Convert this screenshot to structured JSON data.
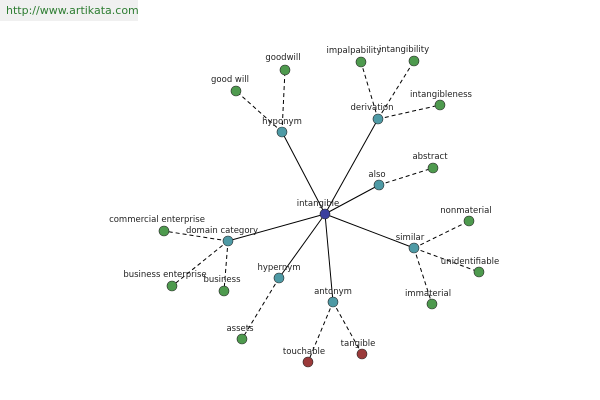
{
  "site_url": "http://www.artikata.com",
  "center": "intangible",
  "colors": {
    "center": "#3b3f9e",
    "relation": "#4e9aa5",
    "synonym": "#4e9a4e",
    "antonym": "#9b3a3a",
    "edge": "#000000"
  },
  "relations": [
    {
      "id": "hyponym",
      "label": "hyponym"
    },
    {
      "id": "derivation",
      "label": "derivation"
    },
    {
      "id": "also",
      "label": "also"
    },
    {
      "id": "similar",
      "label": "similar"
    },
    {
      "id": "antonym",
      "label": "antonym"
    },
    {
      "id": "hypernym",
      "label": "hypernym"
    },
    {
      "id": "domain-category",
      "label": "domain category"
    }
  ],
  "leaves": [
    {
      "relation": "hyponym",
      "label": "good will",
      "kind": "synonym"
    },
    {
      "relation": "hyponym",
      "label": "goodwill",
      "kind": "synonym"
    },
    {
      "relation": "derivation",
      "label": "impalpability",
      "kind": "synonym"
    },
    {
      "relation": "derivation",
      "label": "intangibility",
      "kind": "synonym"
    },
    {
      "relation": "derivation",
      "label": "intangibleness",
      "kind": "synonym"
    },
    {
      "relation": "also",
      "label": "abstract",
      "kind": "synonym"
    },
    {
      "relation": "similar",
      "label": "nonmaterial",
      "kind": "synonym"
    },
    {
      "relation": "similar",
      "label": "unidentifiable",
      "kind": "synonym"
    },
    {
      "relation": "similar",
      "label": "immaterial",
      "kind": "synonym"
    },
    {
      "relation": "antonym",
      "label": "touchable",
      "kind": "antonym"
    },
    {
      "relation": "antonym",
      "label": "tangible",
      "kind": "antonym"
    },
    {
      "relation": "hypernym",
      "label": "assets",
      "kind": "synonym"
    },
    {
      "relation": "domain-category",
      "label": "commercial enterprise",
      "kind": "synonym"
    },
    {
      "relation": "domain-category",
      "label": "business enterprise",
      "kind": "synonym"
    },
    {
      "relation": "domain-category",
      "label": "business",
      "kind": "synonym"
    }
  ]
}
